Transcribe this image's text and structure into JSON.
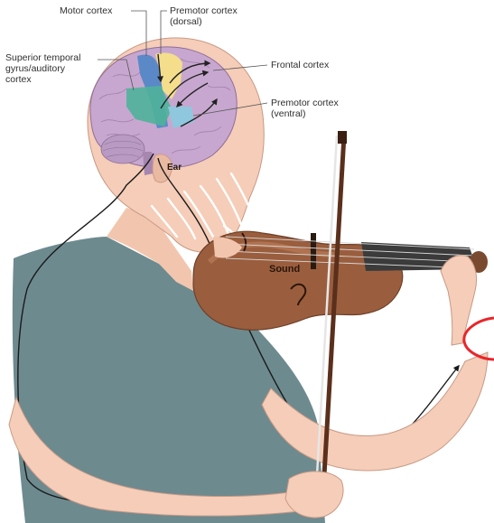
{
  "labels": {
    "motor_cortex": "Motor cortex",
    "premotor_dorsal": [
      "Premotor cortex",
      "(dorsal)"
    ],
    "superior_temporal": [
      "Superior temporal",
      "gyrus/auditory",
      "cortex"
    ],
    "frontal_cortex": "Frontal cortex",
    "premotor_ventral": [
      "Premotor cortex",
      "(ventral)"
    ],
    "ear": "Ear",
    "sound": "Sound"
  },
  "colors": {
    "skin": "#f5cdb8",
    "shirt": "#6d8a8f",
    "brain": "#c7a7cf",
    "motor_region": "#4f86c6",
    "premotor_dorsal_region": "#f4de8c",
    "auditory_region": "#4fb39a",
    "violin": "#9a5e3e",
    "annotation": "#e8262b"
  }
}
